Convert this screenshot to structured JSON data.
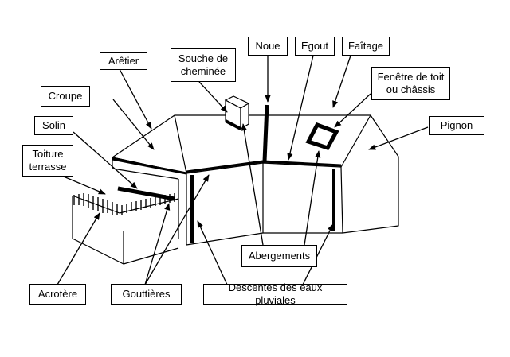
{
  "labels": {
    "aretier": "Arêtier",
    "souche": "Souche de\ncheminée",
    "noue": "Noue",
    "egout": "Egout",
    "faitage": "Faîtage",
    "fenetre": "Fenêtre de toit\nou châssis",
    "croupe": "Croupe",
    "solin": "Solin",
    "pignon": "Pignon",
    "toiture_terrasse": "Toiture\nterrasse",
    "abergements": "Abergements",
    "acrotere": "Acrotère",
    "gouttieres": "Gouttières",
    "descentes": "Descentes des eaux pluviales"
  }
}
